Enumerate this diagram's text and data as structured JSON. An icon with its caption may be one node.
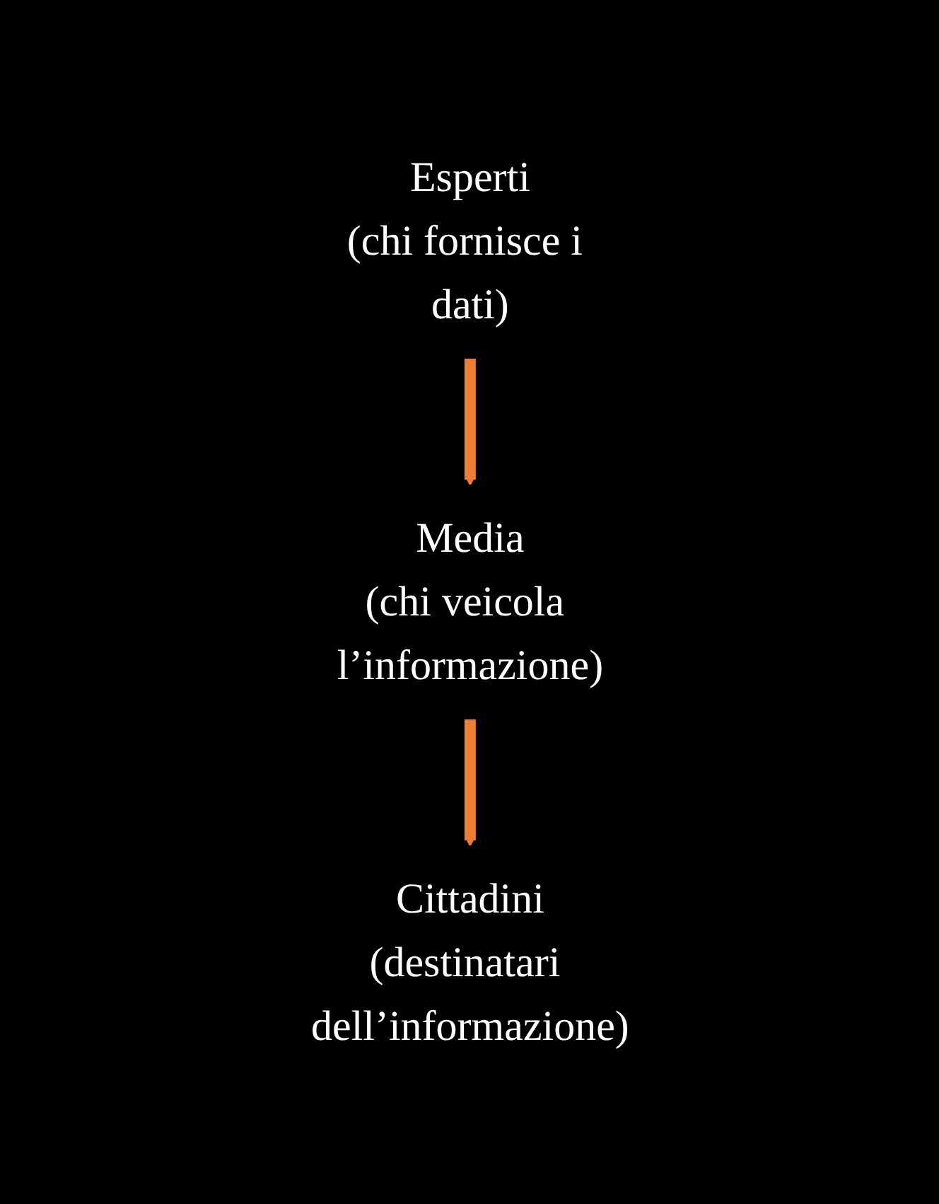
{
  "diagram": {
    "nodes": [
      {
        "text": [
          "Esperti",
          "(chi fornisce i dati)"
        ]
      },
      {
        "text": [
          "Media",
          "(chi veicola l’informazione)"
        ]
      },
      {
        "text": [
          "Cittadini",
          "(destinatari dell’informazione)"
        ]
      }
    ],
    "edges": [
      {
        "from": 0,
        "to": 1,
        "arrow": "to"
      },
      {
        "from": 1,
        "to": 2,
        "arrow": "to"
      }
    ]
  }
}
